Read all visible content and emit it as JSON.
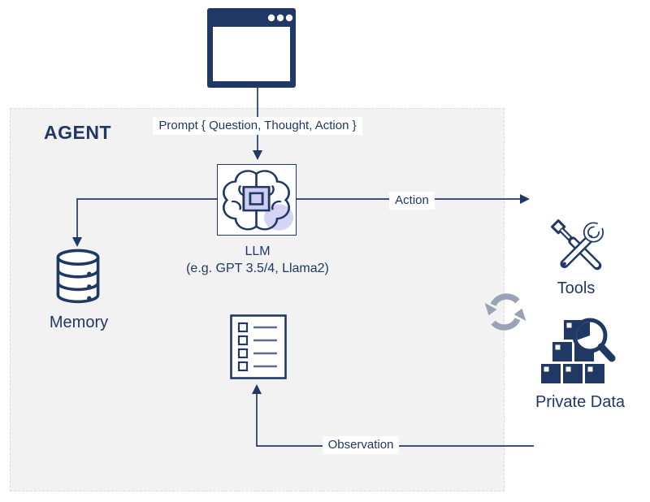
{
  "colors": {
    "navy": "#1f3864",
    "connector_line": "#24386b",
    "agent_background": "#f2f2f2",
    "chip_fill": "#cfcdf4",
    "accent_circle_purple": "#cfcdf4",
    "sync_arrows_gray": "#9aa2b5",
    "edge_label_background": "#ffffff"
  },
  "agent": {
    "label": "AGENT"
  },
  "nodes": {
    "browser": {
      "icon": "browser-window-icon"
    },
    "llm": {
      "title": "LLM",
      "subtitle": "(e.g. GPT 3.5/4, Llama2)",
      "icon": "brain-chip-icon"
    },
    "memory": {
      "label": "Memory",
      "icon": "database-icon"
    },
    "task_list": {
      "icon": "checklist-icon"
    },
    "tools": {
      "label": "Tools",
      "icon": "crossed-tools-icon"
    },
    "private_data": {
      "label": "Private Data",
      "icon": "boxes-magnifier-icon"
    },
    "sync": {
      "icon": "sync-arrows-icon"
    }
  },
  "edges": {
    "prompt": {
      "label": "Prompt { Question, Thought,  Action }",
      "from": "browser",
      "to": "llm"
    },
    "memory_link": {
      "label": "",
      "from": "llm",
      "to": "memory"
    },
    "action": {
      "label": "Action",
      "from": "llm",
      "to": "tools"
    },
    "observation": {
      "label": "Observation",
      "from": "private_data",
      "to": "task_list"
    }
  }
}
